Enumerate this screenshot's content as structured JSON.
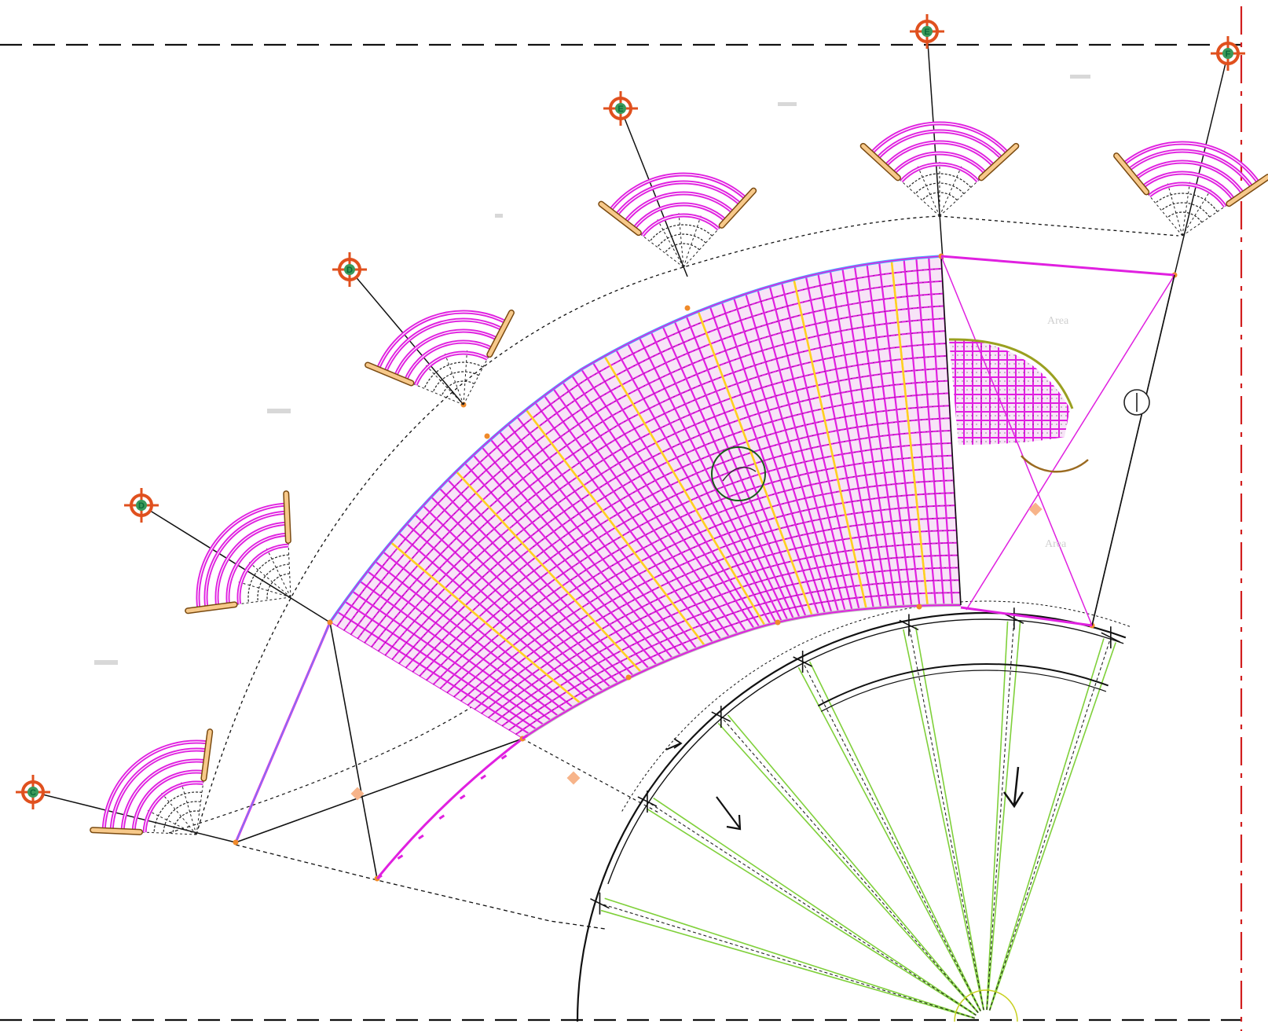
{
  "drawing": {
    "colors": {
      "paving": "#e020e0",
      "highlight": "#ffd21e",
      "edge": "#4aa8ff",
      "radial": "#7fd03a",
      "tag": "#e0501e",
      "border": "#d21e1e",
      "line": "#000000"
    },
    "area_labels": [
      "Area",
      "Area"
    ],
    "markers": [
      {
        "label": "C",
        "icon": "target-icon"
      },
      {
        "label": "D",
        "icon": "target-icon"
      },
      {
        "label": "D",
        "icon": "target-icon"
      },
      {
        "label": "E",
        "icon": "target-icon"
      },
      {
        "label": "E",
        "icon": "target-icon"
      },
      {
        "label": "F",
        "icon": "target-icon"
      }
    ],
    "arrow_icons": [
      "arrow-down-icon",
      "arrow-down-right-icon"
    ]
  }
}
